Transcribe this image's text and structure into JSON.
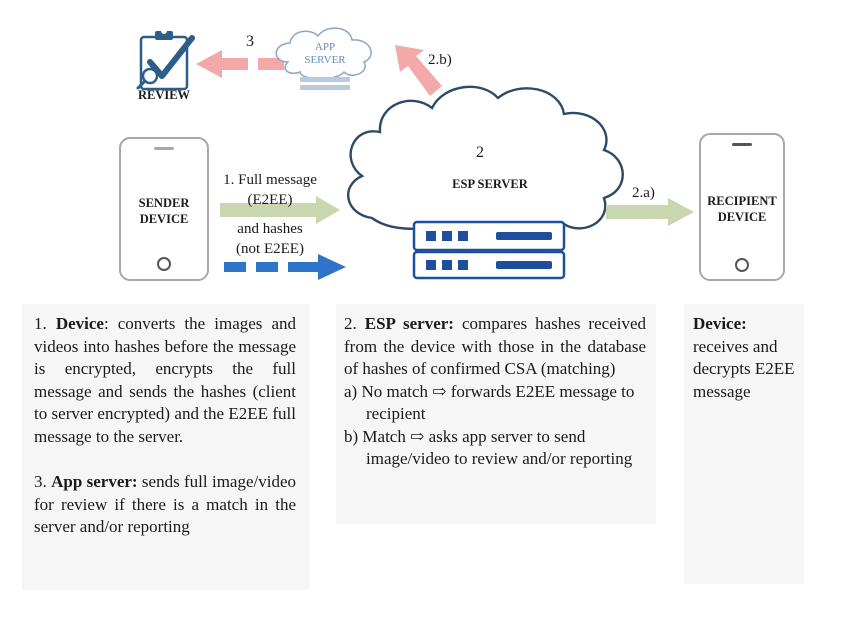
{
  "labels": {
    "review": "REVIEW",
    "app_server_line1": "APP",
    "app_server_line2": "SERVER",
    "step3": "3",
    "step2b": "2.b)",
    "step2": "2",
    "esp_server": "ESP SERVER",
    "step2a": "2.a)",
    "sender_line1": "SENDER",
    "sender_line2": "DEVICE",
    "recipient_line1": "RECIPIENT",
    "recipient_line2": "DEVICE",
    "arrow1_line1": "1. Full message",
    "arrow1_line2": "(E2EE)",
    "arrow1_line3": "and hashes",
    "arrow1_line4": "(not E2EE)"
  },
  "descriptions": {
    "device_num": "1.",
    "device_title": "Device",
    "device_text": ": converts the images and videos into hashes before the message is encrypted, encrypts the full message and sends the hashes (client to server encrypted) and the E2EE full message to the server.",
    "app_num": "3.",
    "app_title": "App server:",
    "app_text": " sends full image/video for review if there is a match in the server and/or reporting",
    "esp_num": "2.",
    "esp_title": "ESP server:",
    "esp_text": " compares hashes received from the device with those in the database of hashes of confirmed CSA (matching)",
    "esp_a": "a) No match ⇨ forwards E2EE message to recipient",
    "esp_b": "b) Match ⇨ asks app server to send image/video to review and/or reporting",
    "recipient_title": "Device:",
    "recipient_text": "receives and decrypts E2EE message"
  },
  "colors": {
    "green_arrow": "#c9d7b0",
    "blue_arrow": "#2e75c9",
    "pink_arrow": "#f2a9a8",
    "cloud_stroke": "#2d4a66",
    "server_blue": "#1f4e9c",
    "check_icon": "#2d5d8a"
  }
}
